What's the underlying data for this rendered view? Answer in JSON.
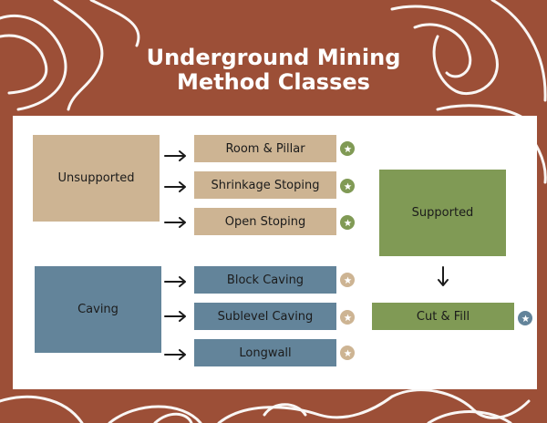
{
  "title": {
    "line1": "Underground Mining",
    "line2": "Method Classes"
  },
  "groups": {
    "unsupported": "Unsupported",
    "caving": "Caving",
    "supported": "Supported"
  },
  "methods": {
    "room_pillar": "Room & Pillar",
    "shrinkage_stoping": "Shrinkage Stoping",
    "open_stoping": "Open Stoping",
    "block_caving": "Block Caving",
    "sublevel_caving": "Sublevel Caving",
    "longwall": "Longwall",
    "cut_fill": "Cut & Fill"
  },
  "colors": {
    "background": "#9c4f37",
    "unsupported": "#cdb493",
    "caving": "#63849a",
    "supported": "#809a55",
    "badge_green": "#809a55",
    "badge_tan": "#cdb493",
    "badge_blue": "#63849a"
  },
  "icons": {
    "badge": "star-icon",
    "connector": "arrow-right-icon"
  }
}
